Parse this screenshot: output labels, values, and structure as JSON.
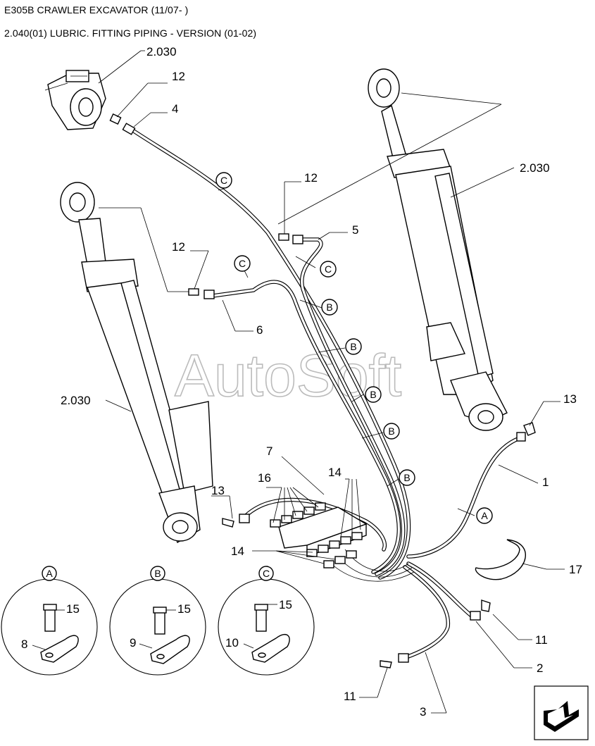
{
  "header": {
    "title": "E305B CRAWLER EXCAVATOR (11/07- )",
    "subtitle": "2.040(01) LUBRIC. FITTING PIPING - VERSION (01-02)"
  },
  "watermark": "AutoSoft",
  "references": {
    "top_left": "2.030",
    "right": "2.030",
    "left": "2.030"
  },
  "part_labels": {
    "p1": "1",
    "p2": "2",
    "p3": "3",
    "p4": "4",
    "p5": "5",
    "p6": "6",
    "p7": "7",
    "p8": "8",
    "p9": "9",
    "p10": "10",
    "p11_right": "11",
    "p11_bottom": "11",
    "p12_top_left": "12",
    "p12_center": "12",
    "p12_left": "12",
    "p13_left": "13",
    "p13_right": "13",
    "p14_top": "14",
    "p14_bottom": "14",
    "p15_a": "15",
    "p15_b": "15",
    "p15_c": "15",
    "p16": "16",
    "p17": "17"
  },
  "callouts": {
    "a_hose": "A",
    "b1": "B",
    "b2": "B",
    "b3": "B",
    "b4": "B",
    "b5": "B",
    "c1": "C",
    "c2": "C",
    "c3": "C"
  },
  "details": {
    "a": "A",
    "b": "B",
    "c": "C"
  },
  "colors": {
    "line": "#000000",
    "background": "#ffffff",
    "watermark": "#bbbbbb",
    "nav_arrow": "#000000"
  },
  "icons": {
    "nav": "next-page-arrow-icon"
  }
}
